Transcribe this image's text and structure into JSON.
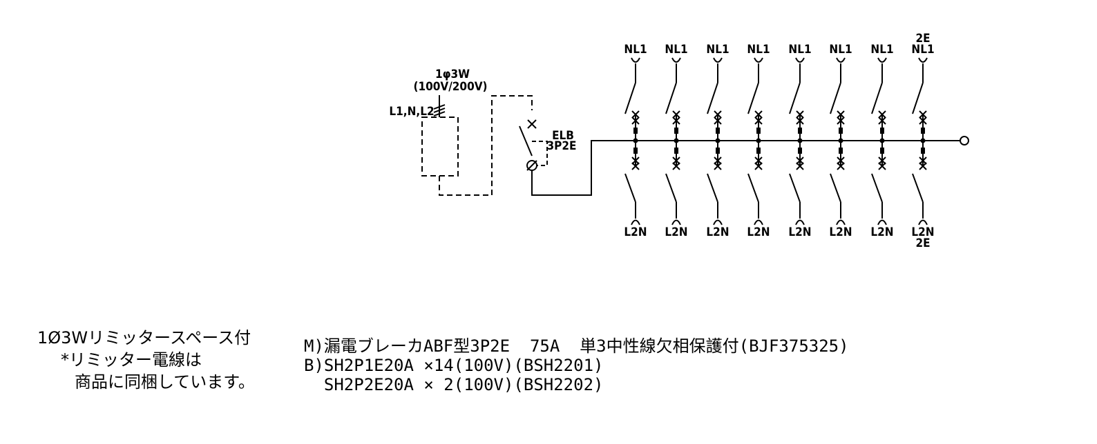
{
  "supply": {
    "system": "1φ3W",
    "voltage": "(100V/200V)",
    "lines": "L1,N,L2"
  },
  "main_breaker": {
    "name": "ELB",
    "poles": "3P2E"
  },
  "branch_circuits": [
    {
      "top": "NL1",
      "bottom": "L2N"
    },
    {
      "top": "NL1",
      "bottom": "L2N"
    },
    {
      "top": "NL1",
      "bottom": "L2N"
    },
    {
      "top": "NL1",
      "bottom": "L2N"
    },
    {
      "top": "NL1",
      "bottom": "L2N"
    },
    {
      "top": "NL1",
      "bottom": "L2N"
    },
    {
      "top": "NL1",
      "bottom": "L2N"
    },
    {
      "top": "NL1",
      "top_extra": "2E",
      "bottom": "L2N",
      "bottom_extra": "2E"
    }
  ],
  "notes": {
    "limiter": "1Ø3Wリミッタースペース付",
    "wire_note": "*リミッター電線は",
    "bundled": "商品に同梱しています。"
  },
  "spec": {
    "line1": "M)漏電ブレーカABF型3P2E  75A  単3中性線欠相保護付(BJF375325)",
    "line2": "B)SH2P1E20A ×14(100V)(BSH2201)",
    "line3": "  SH2P2E20A × 2(100V)(BSH2202)"
  }
}
